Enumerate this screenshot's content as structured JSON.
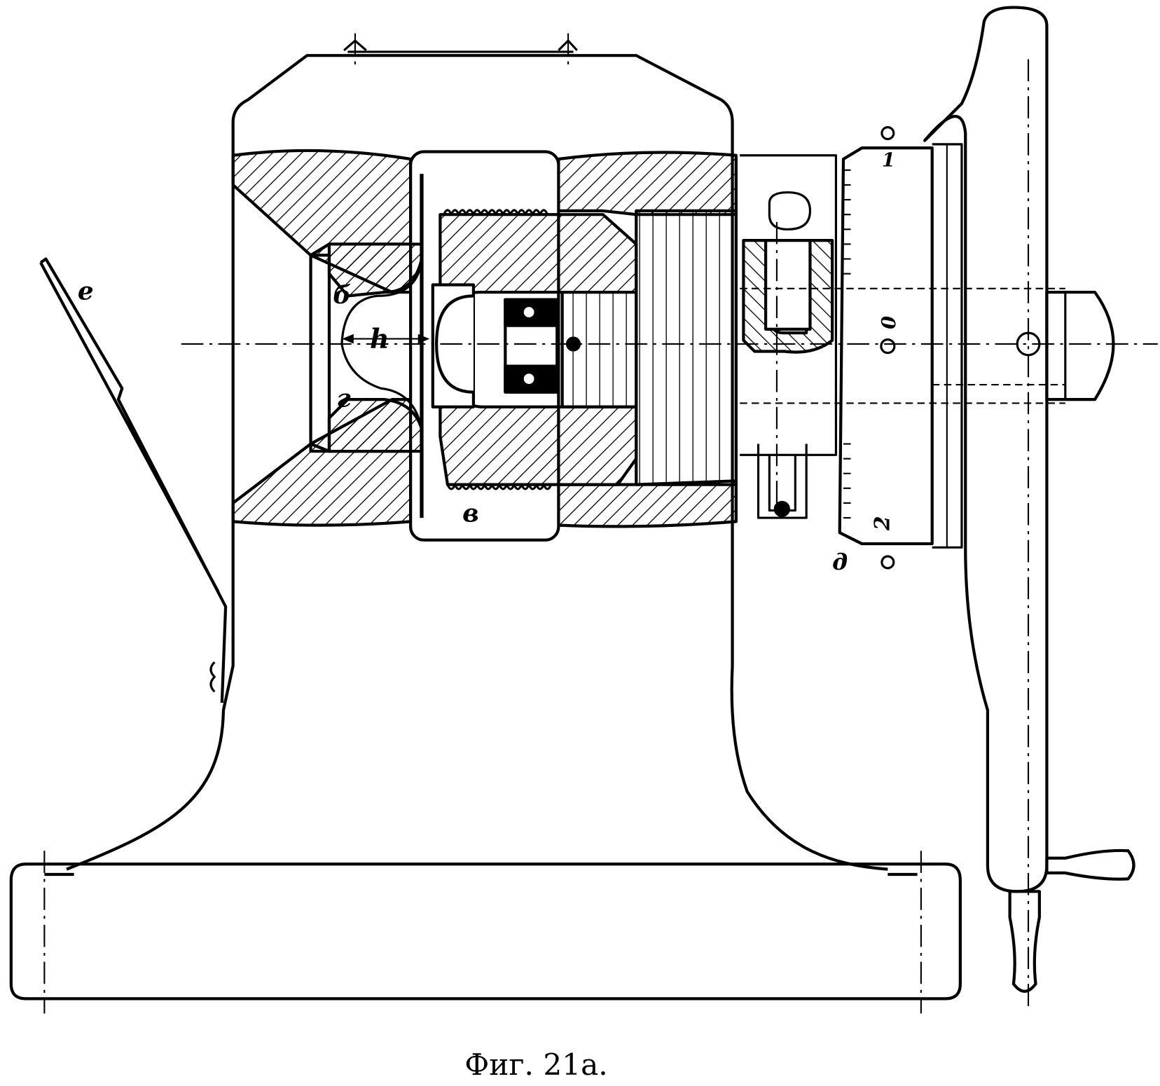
{
  "figure": {
    "caption": "Фиг. 21а.",
    "labels": {
      "e": "е",
      "b": "б",
      "h": "h",
      "g": "г",
      "v": "в",
      "scale_1": "1",
      "scale_0": "0",
      "scale_2": "2",
      "d": "д"
    }
  },
  "colors": {
    "ink": "#000000",
    "paper": "#ffffff"
  }
}
